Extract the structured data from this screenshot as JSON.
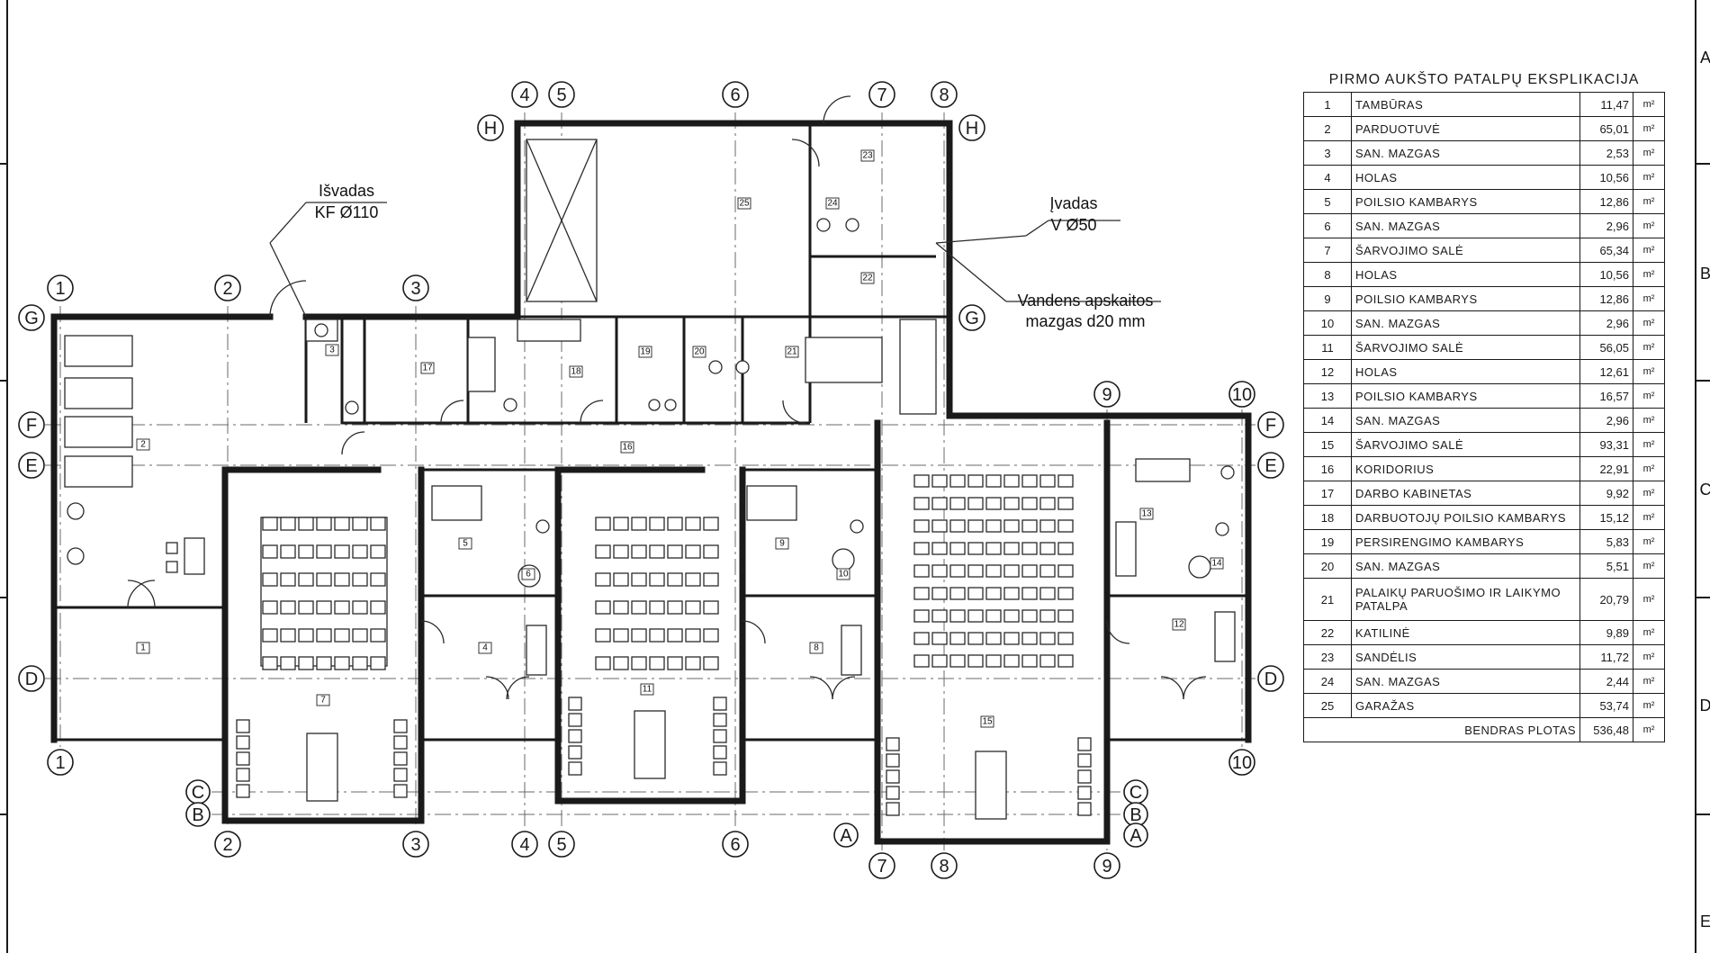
{
  "grid_bubbles": {
    "n1": "1",
    "n2": "2",
    "n3": "3",
    "n4": "4",
    "n5": "5",
    "n6": "6",
    "n7": "7",
    "n8": "8",
    "n9": "9",
    "n10": "10",
    "lA": "A",
    "lB": "B",
    "lC": "C",
    "lD": "D",
    "lE": "E",
    "lF": "F",
    "lG": "G",
    "lH": "H"
  },
  "edge_letters": [
    "A",
    "B",
    "C",
    "D",
    "E"
  ],
  "annotations": {
    "outlet_line1": "Išvadas",
    "outlet_line2": "KF Ø110",
    "inlet_line1": "Įvadas",
    "inlet_line2": "V Ø50",
    "meter_line1": "Vandens apskaitos",
    "meter_line2": "mazgas d20 mm"
  },
  "room_tags": [
    "1",
    "2",
    "3",
    "4",
    "5",
    "6",
    "7",
    "8",
    "9",
    "10",
    "11",
    "12",
    "13",
    "14",
    "15",
    "16",
    "17",
    "18",
    "19",
    "20",
    "21",
    "22",
    "23",
    "24",
    "25"
  ],
  "schedule": {
    "title": "PIRMO AUKŠTO PATALPŲ EKSPLIKACIJA",
    "unit": "m²",
    "rows": [
      {
        "no": "1",
        "name": "Tambūras",
        "area": "11,47"
      },
      {
        "no": "2",
        "name": "Parduotuvė",
        "area": "65,01"
      },
      {
        "no": "3",
        "name": "San. mazgas",
        "area": "2,53"
      },
      {
        "no": "4",
        "name": "Holas",
        "area": "10,56"
      },
      {
        "no": "5",
        "name": "Poilsio kambarys",
        "area": "12,86"
      },
      {
        "no": "6",
        "name": "San. mazgas",
        "area": "2,96"
      },
      {
        "no": "7",
        "name": "Šarvojimo salė",
        "area": "65,34"
      },
      {
        "no": "8",
        "name": "Holas",
        "area": "10,56"
      },
      {
        "no": "9",
        "name": "Poilsio kambarys",
        "area": "12,86"
      },
      {
        "no": "10",
        "name": "San. mazgas",
        "area": "2,96"
      },
      {
        "no": "11",
        "name": "Šarvojimo salė",
        "area": "56,05"
      },
      {
        "no": "12",
        "name": "Holas",
        "area": "12,61"
      },
      {
        "no": "13",
        "name": "Poilsio kambarys",
        "area": "16,57"
      },
      {
        "no": "14",
        "name": "San. mazgas",
        "area": "2,96"
      },
      {
        "no": "15",
        "name": "Šarvojimo salė",
        "area": "93,31"
      },
      {
        "no": "16",
        "name": "Koridorius",
        "area": "22,91"
      },
      {
        "no": "17",
        "name": "Darbo kabinetas",
        "area": "9,92"
      },
      {
        "no": "18",
        "name": "Darbuotojų poilsio kambarys",
        "area": "15,12"
      },
      {
        "no": "19",
        "name": "Persirengimo kambarys",
        "area": "5,83"
      },
      {
        "no": "20",
        "name": "San. mazgas",
        "area": "5,51"
      },
      {
        "no": "21",
        "name": "Palaikų paruošimo ir laikymo patalpa",
        "area": "20,79"
      },
      {
        "no": "22",
        "name": "Katilinė",
        "area": "9,89"
      },
      {
        "no": "23",
        "name": "Sandėlis",
        "area": "11,72"
      },
      {
        "no": "24",
        "name": "San. mazgas",
        "area": "2,44"
      },
      {
        "no": "25",
        "name": "Garažas",
        "area": "53,74"
      }
    ],
    "total_label": "Bendras plotas",
    "total_area": "536,48"
  }
}
